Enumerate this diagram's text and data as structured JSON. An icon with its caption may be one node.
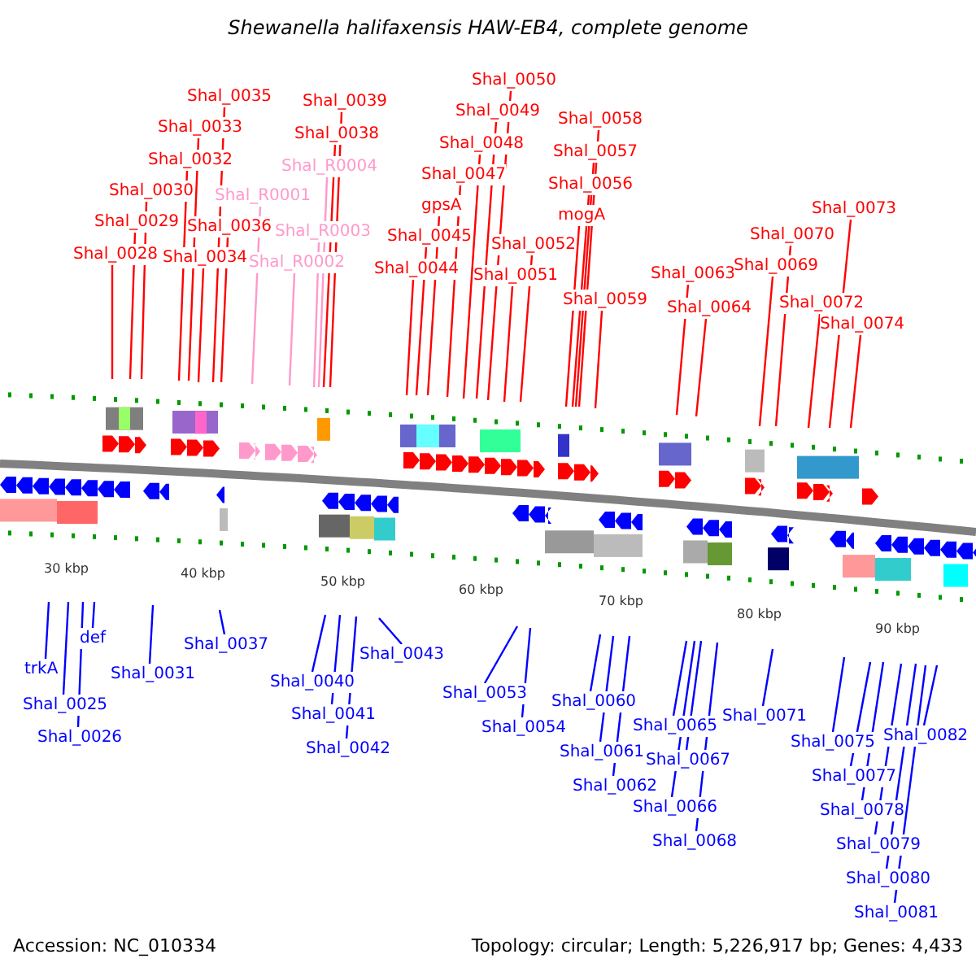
{
  "diagram": {
    "title": "Shewanella halifaxensis HAW-EB4, complete genome",
    "nodes": [
      {
        "text": [
          "Shal_0028"
        ]
      },
      {
        "text": [
          "Shal_0029"
        ]
      },
      {
        "text": [
          "Shal_0030"
        ]
      },
      {
        "text": [
          "Shal_0032"
        ]
      },
      {
        "text": [
          "Shal_0033"
        ]
      },
      {
        "text": [
          "Shal_0035"
        ]
      },
      {
        "text": [
          "Shal_0034"
        ]
      },
      {
        "text": [
          "Shal_0036"
        ]
      },
      {
        "text": [
          "Shal_R0001"
        ]
      },
      {
        "text": [
          "Shal_R0003"
        ]
      },
      {
        "text": [
          "Shal_R0002"
        ]
      },
      {
        "text": [
          "Shal_R0004"
        ]
      },
      {
        "text": [
          "Shal_0038"
        ]
      },
      {
        "text": [
          "Shal_0039"
        ]
      },
      {
        "text": [
          "Shal_0044"
        ]
      },
      {
        "text": [
          "Shal_0045"
        ]
      },
      {
        "text": [
          "gpsA"
        ]
      },
      {
        "text": [
          "Shal_0047"
        ]
      },
      {
        "text": [
          "Shal_0048"
        ]
      },
      {
        "text": [
          "Shal_0049"
        ]
      },
      {
        "text": [
          "Shal_0050"
        ]
      },
      {
        "text": [
          "Shal_0051"
        ]
      },
      {
        "text": [
          "Shal_0052"
        ]
      },
      {
        "text": [
          "mogA"
        ]
      },
      {
        "text": [
          "Shal_0056"
        ]
      },
      {
        "text": [
          "Shal_0057"
        ]
      },
      {
        "text": [
          "Shal_0058"
        ]
      },
      {
        "text": [
          "Shal_0059"
        ]
      },
      {
        "text": [
          "Shal_0063"
        ]
      },
      {
        "text": [
          "Shal_0064"
        ]
      },
      {
        "text": [
          "Shal_0069"
        ]
      },
      {
        "text": [
          "Shal_0070"
        ]
      },
      {
        "text": [
          "Shal_0072"
        ]
      },
      {
        "text": [
          "Shal_0073"
        ]
      },
      {
        "text": [
          "Shal_0074"
        ]
      },
      {
        "text": [
          "trkA"
        ]
      },
      {
        "text": [
          "Shal_0025"
        ]
      },
      {
        "text": [
          "Shal_0026"
        ]
      },
      {
        "text": [
          "def"
        ]
      },
      {
        "text": [
          "Shal_0031"
        ]
      },
      {
        "text": [
          "Shal_0037"
        ]
      },
      {
        "text": [
          "Shal_0040"
        ]
      },
      {
        "text": [
          "Shal_0041"
        ]
      },
      {
        "text": [
          "Shal_0042"
        ]
      },
      {
        "text": [
          "Shal_0043"
        ]
      },
      {
        "text": [
          "Shal_0053"
        ]
      },
      {
        "text": [
          "Shal_0054"
        ]
      },
      {
        "text": [
          "Shal_0060"
        ]
      },
      {
        "text": [
          "Shal_0061"
        ]
      },
      {
        "text": [
          "Shal_0062"
        ]
      },
      {
        "text": [
          "Shal_0065"
        ]
      },
      {
        "text": [
          "Shal_0066"
        ]
      },
      {
        "text": [
          "Shal_0067"
        ]
      },
      {
        "text": [
          "Shal_0068"
        ]
      },
      {
        "text": [
          "Shal_0071"
        ]
      },
      {
        "text": [
          "Shal_0075"
        ]
      },
      {
        "text": [
          "Shal_0077"
        ]
      },
      {
        "text": [
          "Shal_0078"
        ]
      },
      {
        "text": [
          "Shal_0079"
        ]
      },
      {
        "text": [
          "Shal_0080"
        ]
      },
      {
        "text": [
          "Shal_0081"
        ]
      },
      {
        "text": [
          "Shal_0082"
        ]
      }
    ],
    "edges": [
      {
        "from": 0,
        "to": null,
        "arrow": "none"
      },
      {
        "from": 1,
        "to": null,
        "arrow": "none"
      },
      {
        "from": 2,
        "to": null,
        "arrow": "none"
      },
      {
        "from": 3,
        "to": null,
        "arrow": "none"
      },
      {
        "from": 4,
        "to": null,
        "arrow": "none"
      },
      {
        "from": 5,
        "to": null,
        "arrow": "none"
      },
      {
        "from": 6,
        "to": null,
        "arrow": "none"
      },
      {
        "from": 7,
        "to": null,
        "arrow": "none"
      },
      {
        "from": 8,
        "to": null,
        "arrow": "none",
        "color": "#ff99cc"
      },
      {
        "from": 9,
        "to": null,
        "arrow": "none",
        "color": "#ff99cc"
      },
      {
        "from": 10,
        "to": null,
        "arrow": "none",
        "color": "#ff99cc"
      },
      {
        "from": 11,
        "to": null,
        "arrow": "none",
        "color": "#ff99cc"
      },
      {
        "from": 12,
        "to": null,
        "arrow": "none"
      },
      {
        "from": 13,
        "to": null,
        "arrow": "none"
      },
      {
        "from": 14,
        "to": null,
        "arrow": "none"
      },
      {
        "from": 15,
        "to": null,
        "arrow": "none"
      },
      {
        "from": 16,
        "to": null,
        "arrow": "none"
      },
      {
        "from": 17,
        "to": null,
        "arrow": "none"
      },
      {
        "from": 18,
        "to": null,
        "arrow": "none"
      },
      {
        "from": 19,
        "to": null,
        "arrow": "none"
      },
      {
        "from": 20,
        "to": null,
        "arrow": "none"
      },
      {
        "from": 21,
        "to": null,
        "arrow": "none"
      },
      {
        "from": 22,
        "to": null,
        "arrow": "none"
      },
      {
        "from": 23,
        "to": null,
        "arrow": "none"
      },
      {
        "from": 24,
        "to": null,
        "arrow": "none"
      },
      {
        "from": 25,
        "to": null,
        "arrow": "none"
      },
      {
        "from": 26,
        "to": null,
        "arrow": "none"
      },
      {
        "from": 27,
        "to": null,
        "arrow": "none"
      },
      {
        "from": 28,
        "to": null,
        "arrow": "none"
      },
      {
        "from": 29,
        "to": null,
        "arrow": "none"
      },
      {
        "from": 30,
        "to": null,
        "arrow": "none"
      },
      {
        "from": 31,
        "to": null,
        "arrow": "none"
      },
      {
        "from": 32,
        "to": null,
        "arrow": "none"
      },
      {
        "from": 33,
        "to": null,
        "arrow": "none"
      },
      {
        "from": 34,
        "to": null,
        "arrow": "none"
      },
      {
        "from": 35,
        "to": null,
        "arrow": "none",
        "color": "#0000ff"
      },
      {
        "from": 36,
        "to": null,
        "arrow": "none",
        "color": "#0000ff"
      },
      {
        "from": 37,
        "to": null,
        "arrow": "none",
        "color": "#0000ff"
      },
      {
        "from": 38,
        "to": null,
        "arrow": "none",
        "color": "#0000ff"
      },
      {
        "from": 39,
        "to": null,
        "arrow": "none",
        "color": "#0000ff"
      },
      {
        "from": 40,
        "to": null,
        "arrow": "none",
        "color": "#0000ff"
      },
      {
        "from": 41,
        "to": null,
        "arrow": "none",
        "color": "#0000ff"
      },
      {
        "from": 42,
        "to": null,
        "arrow": "none",
        "color": "#0000ff"
      },
      {
        "from": 43,
        "to": null,
        "arrow": "none",
        "color": "#0000ff"
      },
      {
        "from": 44,
        "to": null,
        "arrow": "none",
        "color": "#0000ff"
      },
      {
        "from": 45,
        "to": null,
        "arrow": "none",
        "color": "#0000ff"
      },
      {
        "from": 46,
        "to": null,
        "arrow": "none",
        "color": "#0000ff"
      },
      {
        "from": 47,
        "to": null,
        "arrow": "none",
        "color": "#0000ff"
      },
      {
        "from": 48,
        "to": null,
        "arrow": "none",
        "color": "#0000ff"
      },
      {
        "from": 49,
        "to": null,
        "arrow": "none",
        "color": "#0000ff"
      },
      {
        "from": 50,
        "to": null,
        "arrow": "none",
        "color": "#0000ff"
      },
      {
        "from": 51,
        "to": null,
        "arrow": "none",
        "color": "#0000ff"
      },
      {
        "from": 52,
        "to": null,
        "arrow": "none",
        "color": "#0000ff"
      },
      {
        "from": 53,
        "to": null,
        "arrow": "none",
        "color": "#0000ff"
      },
      {
        "from": 54,
        "to": null,
        "arrow": "none",
        "color": "#0000ff"
      },
      {
        "from": 55,
        "to": null,
        "arrow": "none",
        "color": "#0000ff"
      },
      {
        "from": 56,
        "to": null,
        "arrow": "none",
        "color": "#0000ff"
      },
      {
        "from": 57,
        "to": null,
        "arrow": "none",
        "color": "#0000ff"
      },
      {
        "from": 58,
        "to": null,
        "arrow": "none",
        "color": "#0000ff"
      },
      {
        "from": 59,
        "to": null,
        "arrow": "none",
        "color": "#0000ff"
      },
      {
        "from": 60,
        "to": null,
        "arrow": "none",
        "color": "#0000ff"
      },
      {
        "from": 61,
        "to": null,
        "arrow": "none",
        "color": "#0000ff"
      }
    ],
    "labels": [
      "30 kbp",
      "40 kbp",
      "50 kbp",
      "60 kbp",
      "70 kbp",
      "80 kbp",
      "90 kbp",
      "Accession: NC_010334",
      "Topology: circular; Length: 5,226,917 bp; Genes: 4,433"
    ]
  }
}
